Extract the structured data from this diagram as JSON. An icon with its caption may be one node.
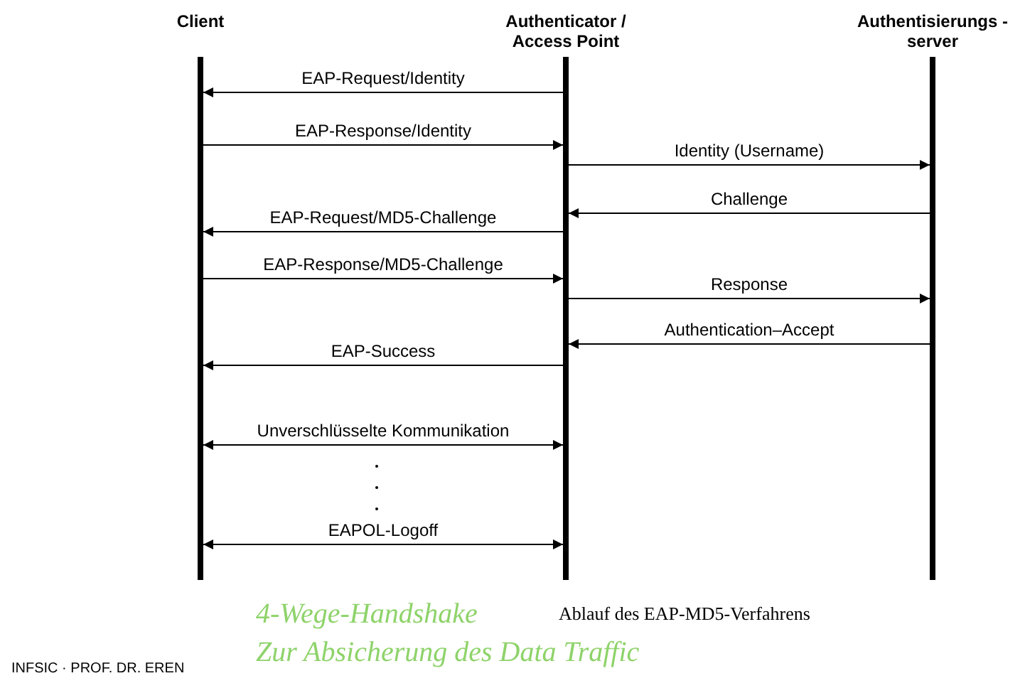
{
  "diagram": {
    "caption": "Ablauf des EAP-MD5-Verfahrens",
    "nodes": [
      {
        "text": [
          "Client"
        ]
      },
      {
        "text": [
          "Authenticator / Access Point"
        ]
      },
      {
        "text": [
          "Authentisierungs -server"
        ]
      }
    ],
    "edges": [
      {
        "from": 1,
        "to": 0,
        "arrow": "to",
        "label": "EAP-Request/Identity"
      },
      {
        "from": 0,
        "to": 1,
        "arrow": "to",
        "label": "EAP-Response/Identity"
      },
      {
        "from": 1,
        "to": 2,
        "arrow": "to",
        "label": "Identity (Username)"
      },
      {
        "from": 2,
        "to": 1,
        "arrow": "to",
        "label": "Challenge"
      },
      {
        "from": 1,
        "to": 0,
        "arrow": "to",
        "label": "EAP-Request/MD5-Challenge"
      },
      {
        "from": 0,
        "to": 1,
        "arrow": "to",
        "label": "EAP-Response/MD5-Challenge"
      },
      {
        "from": 1,
        "to": 2,
        "arrow": "to",
        "label": "Response"
      },
      {
        "from": 2,
        "to": 1,
        "arrow": "to",
        "label": "Authentication–Accept"
      },
      {
        "from": 1,
        "to": 0,
        "arrow": "to",
        "label": "EAP-Success"
      },
      {
        "from": 0,
        "to": 1,
        "arrow": "both",
        "label": "Unverschlüsselte Kommunikation"
      },
      {
        "from": 0,
        "to": 1,
        "arrow": "both",
        "label": "EAPOL-Logoff"
      }
    ],
    "labels": [
      "4-Wege-Handshake",
      "Zur Absicherung des Data Traffic",
      "INFSIC · PROF. DR. EREN"
    ]
  }
}
